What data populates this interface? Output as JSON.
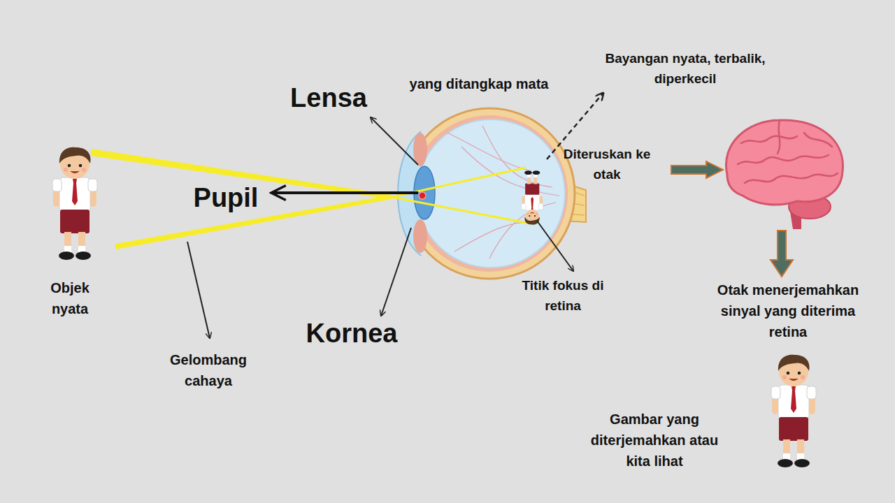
{
  "diagram": {
    "labels": [
      "yang ditangkap mata",
      "Bayangan nyata, terbalik, diperkecil",
      "Lensa",
      "Diteruskan ke otak",
      "Pupil",
      "Objek nyata",
      "Titik fokus di retina",
      "Otak menerjemahkan sinyal yang diterima retina",
      "Kornea",
      "Gelombang cahaya",
      "Gambar yang diterjemahkan atau kita lihat"
    ]
  }
}
